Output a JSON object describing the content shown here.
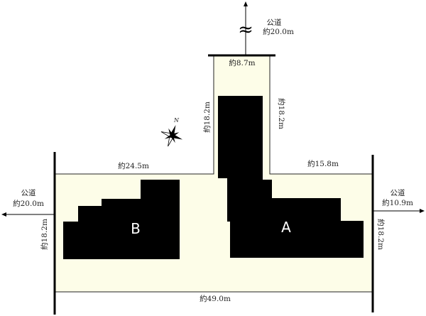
{
  "colors": {
    "land": "#fdfde8",
    "building": "#000000",
    "line": "#000000"
  },
  "roads": {
    "north": {
      "label": "公道",
      "width": "約20.0m"
    },
    "west": {
      "label": "公道",
      "width": "約20.0m"
    },
    "east": {
      "label": "公道",
      "width": "約10.9m"
    }
  },
  "dimensions": {
    "frontage_top": "約8.7m",
    "stem_left": "約18.2m",
    "stem_right": "約18.2m",
    "top_left": "約24.5m",
    "top_right": "約15.8m",
    "left_side": "約18.2m",
    "right_side": "約18.2m",
    "bottom": "約49.0m"
  },
  "buildings": {
    "a": "A",
    "b": "B"
  },
  "compass": {
    "north": "N"
  },
  "break_symbol": "≈"
}
